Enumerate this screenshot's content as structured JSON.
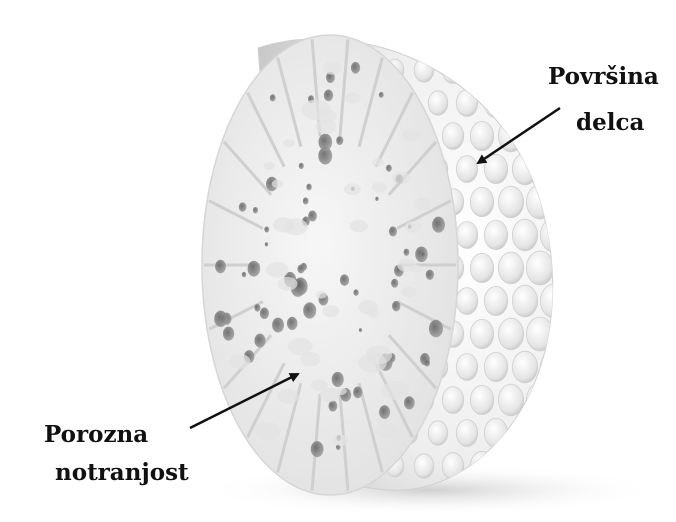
{
  "figure": {
    "labels": {
      "surface_line1": "Površina",
      "surface_line2": "delca",
      "interior_line1": "Porozna",
      "interior_line2": "notranjost"
    },
    "colors": {
      "background": "#ffffff",
      "particle": "#efefef",
      "pore_dark": "#7d7d7d",
      "text": "#111111",
      "arrow": "#111111"
    },
    "icons": [
      "porous-hemisphere-particle",
      "arrow-to-surface",
      "arrow-to-interior"
    ]
  }
}
